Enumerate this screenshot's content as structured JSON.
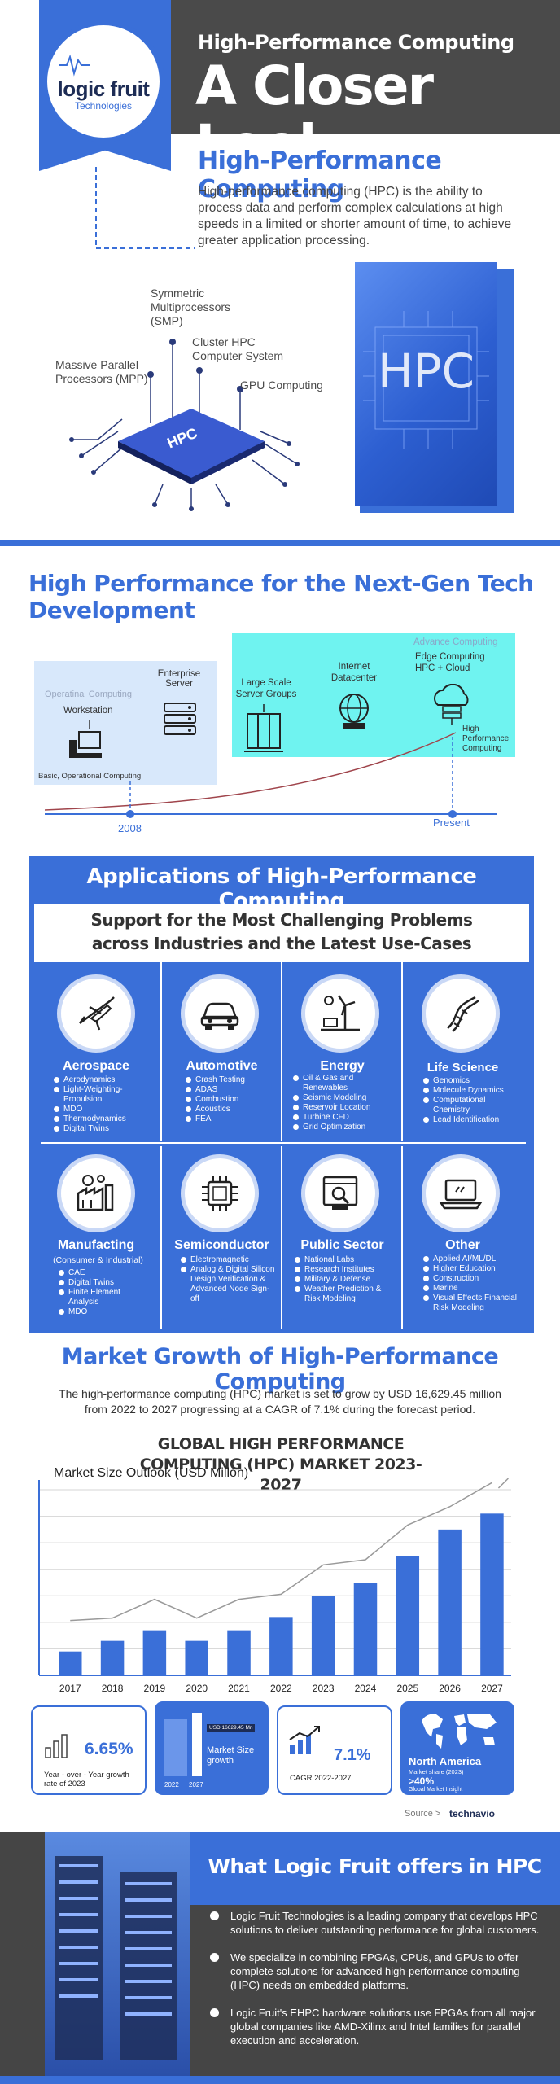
{
  "header": {
    "subtitle": "High-Performance Computing",
    "title": "A Closer Look",
    "logo_main": "logic fruit",
    "logo_sub": "Technologies"
  },
  "intro": {
    "heading": "High-Performance Computing",
    "text": "High-performance computing (HPC) is the ability to process data and perform complex calculations at high speeds in a limited or shorter amount of time, to achieve greater application processing.",
    "chip_label": "HPC",
    "image_label": "HPC",
    "labels": {
      "smp": "Symmetric Multiprocessors (SMP)",
      "cluster": "Cluster HPC Computer System",
      "mpp": "Massive Parallel Processors (MPP)",
      "gpu": "GPU Computing"
    }
  },
  "nextgen": {
    "heading": "High Performance for the Next-Gen Tech Development",
    "operational_group": "Operatinal Computing",
    "workstation": "Workstation",
    "enterprise": "Enterprise Server",
    "basic": "Basic, Operational Computing",
    "advance_group": "Advance Computing",
    "large_scale": "Large Scale Server Groups",
    "internet_dc": "Internet Datacenter",
    "edge": "Edge Computing HPC + Cloud",
    "high_perf": "High Performance Computing",
    "year_start": "2008",
    "year_end": "Present"
  },
  "applications": {
    "heading": "Applications of High-Performance Computing",
    "subheading": "Support for the Most Challenging Problems across Industries and the Latest Use-Cases",
    "cards": [
      {
        "title": "Aerospace",
        "subtitle": "",
        "icon": "airplane-icon",
        "items": [
          "Aerodynamics",
          "Light-Weighting-Propulsion",
          "MDO",
          "Thermodynamics",
          "Digital Twins"
        ]
      },
      {
        "title": "Automotive",
        "subtitle": "",
        "icon": "car-icon",
        "items": [
          "Crash Testing",
          "ADAS",
          "Combustion",
          "Acoustics",
          "FEA"
        ]
      },
      {
        "title": "Energy",
        "subtitle": "",
        "icon": "wind-turbine-icon",
        "items": [
          "Oil & Gas and Renewables",
          "Seismic Modeling",
          "Reservoir Location",
          "Turbine CFD",
          "Grid Optimization"
        ]
      },
      {
        "title": "Life Science",
        "subtitle": "",
        "icon": "dna-icon",
        "items": [
          "Genomics",
          "Molecule Dynamics",
          "Computational Chemistry",
          "Lead Identification"
        ]
      },
      {
        "title": "Manufacting",
        "subtitle": "(Consumer & Industrial)",
        "icon": "factory-icon",
        "items": [
          "CAE",
          "Digital Twins",
          "Finite Element Analysis",
          "MDO"
        ]
      },
      {
        "title": "Semiconductor",
        "subtitle": "",
        "icon": "chip-icon",
        "items": [
          "Electromagnetic",
          "Analog & Digital Silicon Design,Verification & Advanced Node Sign-off"
        ]
      },
      {
        "title": "Public Sector",
        "subtitle": "",
        "icon": "monitor-search-icon",
        "items": [
          "National Labs",
          "Research Institutes",
          "Military & Defense",
          "Weather Prediction & Risk Modeling"
        ]
      },
      {
        "title": "Other",
        "subtitle": "",
        "icon": "laptop-icon",
        "items": [
          "Applied AI/ML/DL",
          "Higher Education",
          "Construction",
          "Marine",
          "Visual Effects Financial Risk Modeling"
        ]
      }
    ]
  },
  "market": {
    "heading": "Market Growth of High-Performance Computing",
    "text": "The high-performance computing (HPC) market is set to grow by USD 16,629.45 million from 2022 to 2027 progressing at a CAGR of 7.1% during the forecast period.",
    "chart_title": "GLOBAL HIGH PERFORMANCE COMPUTING (HPC) MARKET 2023-2027",
    "stats": {
      "yoy_value": "6.65%",
      "yoy_label": "Year - over - Year growth rate of 2023",
      "growth_badge": "USD 16629.45 Mn",
      "growth_label": "Market Size growth",
      "growth_y1": "2022",
      "growth_y2": "2027",
      "cagr_value": "7.1%",
      "cagr_label": "CAGR 2022-2027",
      "region": "North America",
      "region_share_label": "Market share (2023)",
      "region_share": ">40%",
      "region_note": "Global Market Insight"
    },
    "source_label": "Source >",
    "source_name": "technavio"
  },
  "chart_data": {
    "type": "bar",
    "title": "Market Size Outlook (USD Millon)",
    "categories": [
      "2017",
      "2018",
      "2019",
      "2020",
      "2021",
      "2022",
      "2023",
      "2024",
      "2025",
      "2026",
      "2027"
    ],
    "values": [
      9,
      13,
      17,
      13,
      17,
      22,
      30,
      35,
      45,
      55,
      61
    ],
    "ylim": [
      0,
      70
    ],
    "grid": true,
    "bar_color": "#3a6fd8"
  },
  "offers": {
    "heading": "What Logic Fruit offers in HPC",
    "items": [
      "Logic Fruit Technologies is a leading company that develops HPC solutions to deliver outstanding performance for global customers.",
      "We specialize in combining FPGAs, CPUs, and GPUs to offer complete solutions for advanced high-performance computing (HPC) needs on embedded platforms.",
      "Logic Fruit's EHPC hardware solutions use FPGAs from all major global companies like AMD-Xilinx and Intel families for parallel execution and acceleration."
    ]
  }
}
